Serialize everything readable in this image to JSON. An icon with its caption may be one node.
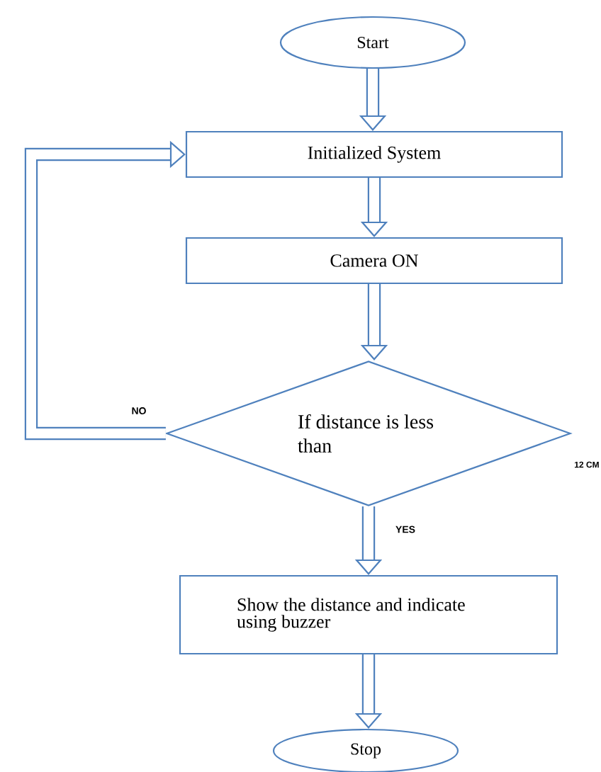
{
  "diagram": {
    "nodes": [
      {
        "text": [
          "Start"
        ]
      },
      {
        "text": [
          "Initialized System"
        ]
      },
      {
        "text": [
          "Camera ON"
        ]
      },
      {
        "text": [
          "If distance is less than"
        ]
      },
      {
        "text": [
          "Show the distance and indicate using buzzer"
        ]
      },
      {
        "text": [
          "Stop"
        ]
      }
    ],
    "edges": [
      {
        "from": 0,
        "to": 1,
        "arrow": "to"
      },
      {
        "from": 1,
        "to": 2,
        "arrow": "to"
      },
      {
        "from": 2,
        "to": 3,
        "arrow": "to"
      },
      {
        "from": 3,
        "to": 4,
        "arrow": "to",
        "label": "YES"
      },
      {
        "from": 3,
        "to": 1,
        "arrow": "to",
        "label": "NO"
      },
      {
        "from": 4,
        "to": 5,
        "arrow": "to"
      }
    ],
    "labels": [
      "12 CM"
    ]
  }
}
